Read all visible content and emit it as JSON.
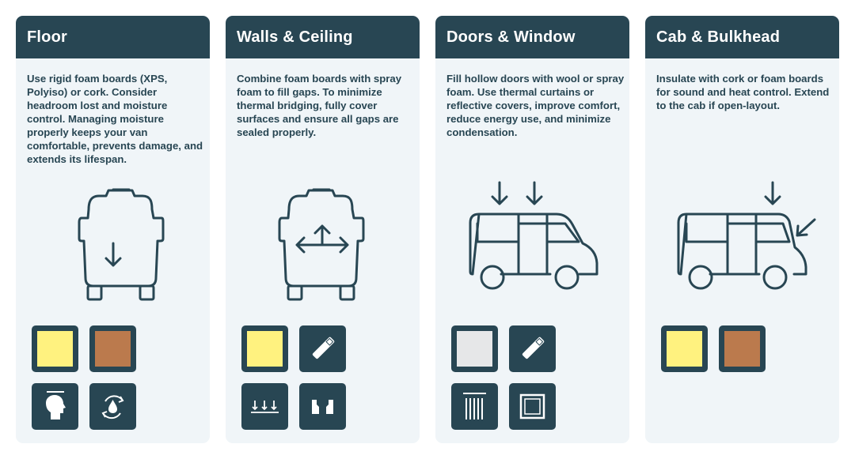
{
  "cards": [
    {
      "title": "Floor",
      "description": "Use rigid foam boards (XPS, Polyiso) or cork. Consider headroom lost and moisture control. Managing moisture properly keeps your van comfortable, prevents damage, and extends its lifespan.",
      "illustration": "van-rear-arrow-down",
      "materials": [
        "rigid-foam-board",
        "cork-board",
        "headroom-icon",
        "moisture-control-icon"
      ]
    },
    {
      "title": "Walls & Ceiling",
      "description": "Combine foam boards with spray foam to fill gaps. To minimize thermal bridging, fully cover surfaces and ensure all gaps are sealed properly.",
      "illustration": "van-rear-arrows-spread",
      "materials": [
        "rigid-foam-board",
        "spray-foam-icon",
        "thermal-bridging-icon",
        "gap-sealing-icon"
      ]
    },
    {
      "title": "Doors & Window",
      "description": "Fill hollow doors with wool or spray foam. Use thermal curtains or reflective covers, improve comfort, reduce energy use, and minimize condensation.",
      "illustration": "van-side-arrows-down",
      "materials": [
        "wool-insulation",
        "spray-foam-icon",
        "thermal-curtain-icon",
        "window-cover-icon"
      ]
    },
    {
      "title": "Cab & Bulkhead",
      "description": "Insulate with cork or foam boards for sound and heat control. Extend to the cab if open-layout.",
      "illustration": "van-side-cab-arrows",
      "materials": [
        "rigid-foam-board",
        "cork-board"
      ]
    }
  ],
  "colors": {
    "header": "#284653",
    "card_background": "#f0f5f8",
    "text": "#284653",
    "foam_yellow": "#fff27f",
    "cork_brown": "#bb7a4d",
    "wool_gray": "#e6e7e8"
  }
}
